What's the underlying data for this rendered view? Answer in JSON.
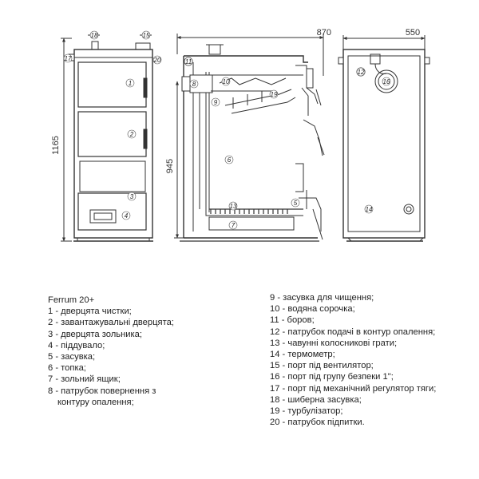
{
  "dimensions": {
    "depth": "870",
    "width": "550",
    "height_total": "1165",
    "height_inlet": "945"
  },
  "legend": {
    "title": "Ferrum 20+",
    "items": [
      "1 - дверцята чистки;",
      "2 - завантажувальні дверцята;",
      "3 - дверцята зольника;",
      "4 - піддувало;",
      "5 - засувка;",
      "6 - топка;",
      "7 - зольний ящик;",
      "8 - патрубок повернення з",
      "контуру опалення;",
      "9 - засувка для чищення;",
      "10 - водяна сорочка;",
      "11 - боров;",
      "12 - патрубок подачі в контур опалення;",
      "13 - чавунні колосникові грати;",
      "14 - термометр;",
      "15 - порт під вентилятор;",
      "16 - порт під групу безпеки 1\";",
      "17 - порт під механічний регулятор тяги;",
      "18 - шиберна засувка;",
      "19 - турбулізатор;",
      "20 - патрубок підпитки."
    ]
  },
  "callouts": {
    "c1": "1",
    "c2": "2",
    "c3": "3",
    "c4": "4",
    "c5": "5",
    "c6": "6",
    "c7": "7",
    "c8": "8",
    "c9": "9",
    "c10": "10",
    "c11": "11",
    "c12": "12",
    "c13": "13",
    "c14": "14",
    "c15": "15",
    "c16": "16",
    "c17": "17",
    "c18": "18",
    "c19": "19",
    "c20": "20"
  }
}
